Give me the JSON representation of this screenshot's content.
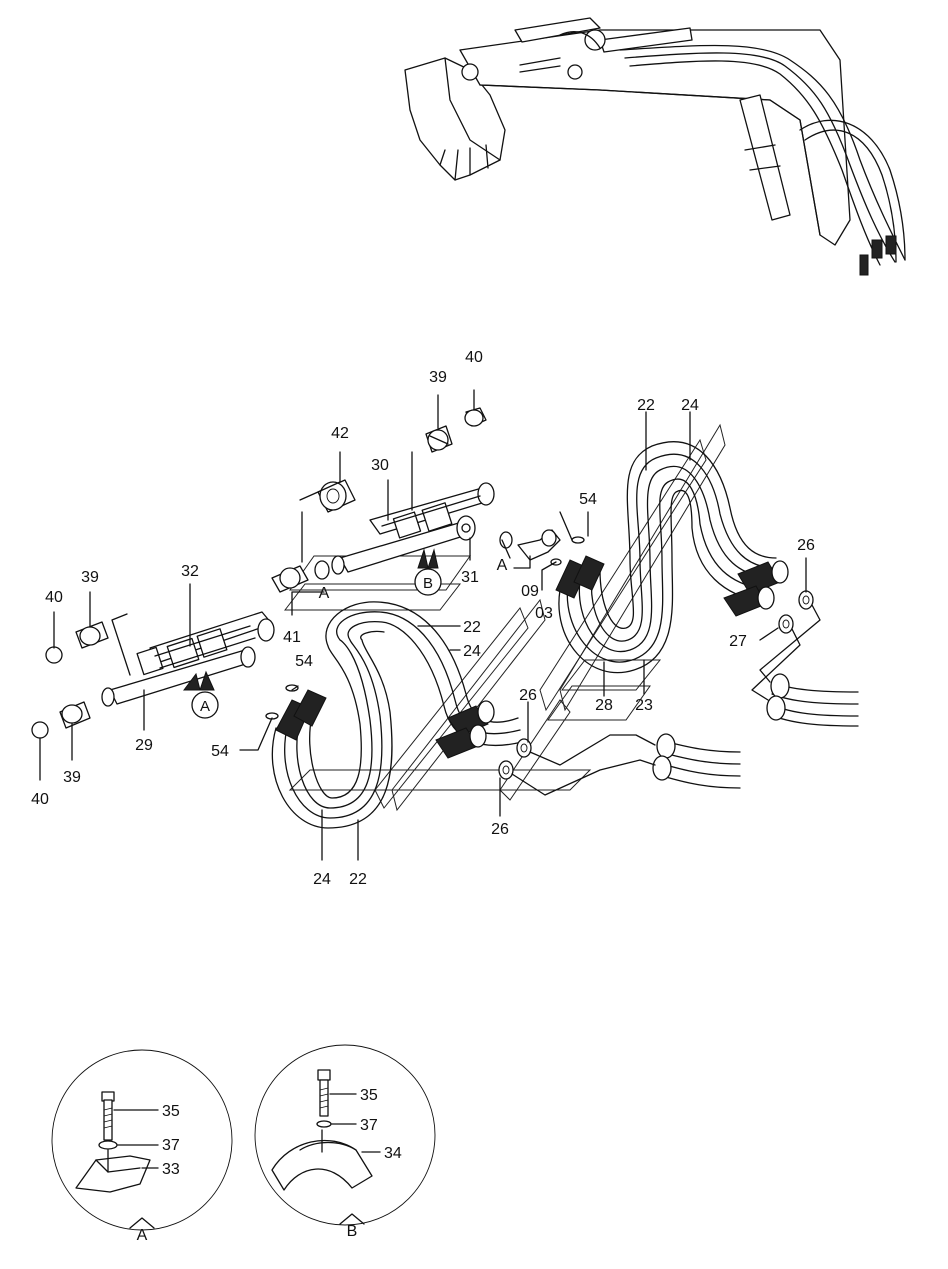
{
  "labels": {
    "l40a": "40",
    "l39a": "39",
    "l42": "42",
    "l30": "30",
    "l32": "32",
    "l40b": "40",
    "l39b": "39",
    "l39c": "39",
    "l40c": "40",
    "l29": "29",
    "l41": "41",
    "l54a": "54",
    "l54b": "54",
    "l54c": "54",
    "l31": "31",
    "l09": "09",
    "l03": "03",
    "l22a": "22",
    "l24a": "24",
    "l22b": "22",
    "l24b": "24",
    "l24c": "24",
    "l22c": "22",
    "l26a": "26",
    "l27": "27",
    "l28": "28",
    "l23": "23",
    "l26b": "26",
    "l26c": "26",
    "l35a": "35",
    "l37a": "37",
    "l33": "33",
    "l35b": "35",
    "l37b": "37",
    "l34": "34"
  },
  "callouts": {
    "ref_a_top": "A",
    "ref_a_mid": "A",
    "circle_a": "A",
    "circle_b": "B",
    "detail_a": "A",
    "detail_b": "B"
  }
}
